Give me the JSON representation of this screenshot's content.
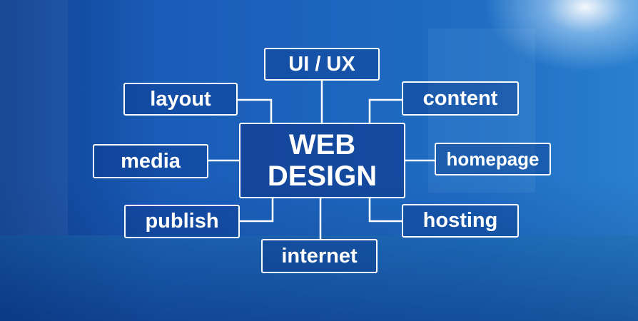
{
  "center": {
    "line1": "WEB",
    "line2": "DESIGN"
  },
  "nodes": {
    "uiux": "UI / UX",
    "layout": "layout",
    "content": "content",
    "media": "media",
    "homepage": "homepage",
    "publish": "publish",
    "hosting": "hosting",
    "internet": "internet"
  }
}
